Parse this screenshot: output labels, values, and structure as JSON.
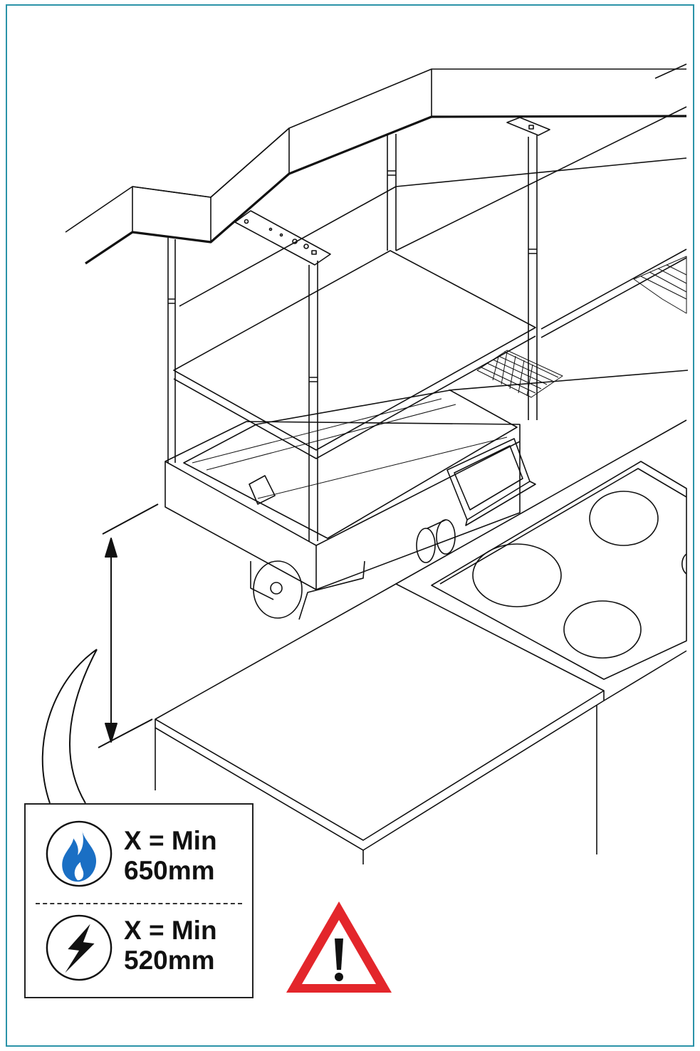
{
  "requirements": [
    {
      "icon": "gas-flame-icon",
      "line1": "X = Min",
      "line2": "650mm",
      "color": "#1a6fc4"
    },
    {
      "icon": "electric-bolt-icon",
      "line1": "X = Min",
      "line2": "520mm",
      "color": "#111111"
    }
  ],
  "colors": {
    "frame": "#2b93a8",
    "warning": "#e3262b"
  },
  "warning_icon": "warning-triangle-icon"
}
